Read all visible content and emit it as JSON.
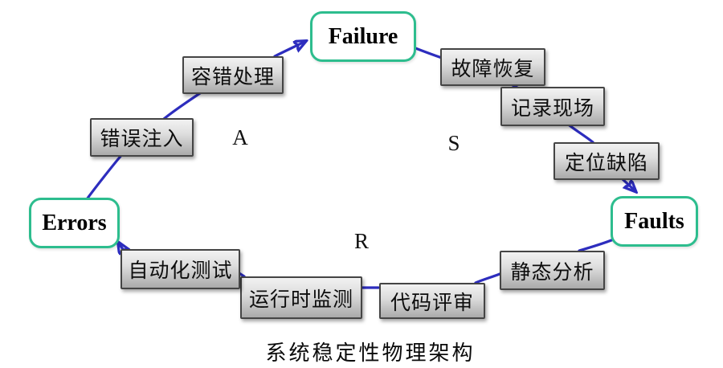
{
  "title": "系统稳定性物理架构",
  "nodes": {
    "failure": "Failure",
    "errors": "Errors",
    "faults": "Faults"
  },
  "steps": {
    "fault_tolerance": "容错处理",
    "error_injection": "错误注入",
    "failure_recovery": "故障恢复",
    "record_scene": "记录现场",
    "locate_defect": "定位缺陷",
    "static_analysis": "静态分析",
    "code_review": "代码评审",
    "runtime_monitoring": "运行时监测",
    "automated_testing": "自动化测试"
  },
  "letters": {
    "a": "A",
    "s": "S",
    "r": "R"
  },
  "colors": {
    "node_border": "#2dbd8e",
    "arrow_blue": "#2d2dbe",
    "box_border": "#454545",
    "box_fill_top": "#f2f2f2",
    "box_fill_bottom": "#aaaaaa",
    "text_black": "#0d0d0d"
  }
}
